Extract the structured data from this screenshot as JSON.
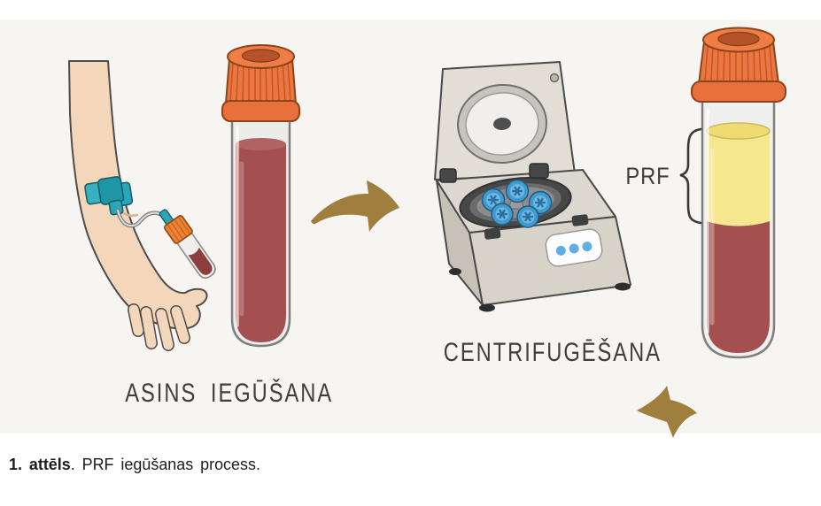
{
  "figure": {
    "steps": {
      "step1_label": "ASINS IEGŪŠANA",
      "step2_label": "CENTRIFUGĒŠANA",
      "prf_label": "PRF"
    },
    "caption": {
      "bold": "1. attēls",
      "rest": ". PRF iegūšanas process."
    },
    "icons": {
      "step_arrow": "curved-arrow-right-icon",
      "result_arrow": "arrow-right-icon",
      "prf_brace": "curly-brace"
    },
    "colors": {
      "illustration_background": "#f7f5f2",
      "blood_red": "#a55050",
      "prf_yellow": "#f5e78e",
      "cap_orange": "#e8713c",
      "tourniquet_teal": "#2aa7b6",
      "arrow_tan": "#9f7e3e",
      "centrifuge_beige": "#dcd8cf",
      "centrifuge_button_blue": "#5fb0e0",
      "skin_tone": "#f4d7ba",
      "label_text": "#3e3e3e",
      "caption_text": "#1c1c1c"
    }
  }
}
